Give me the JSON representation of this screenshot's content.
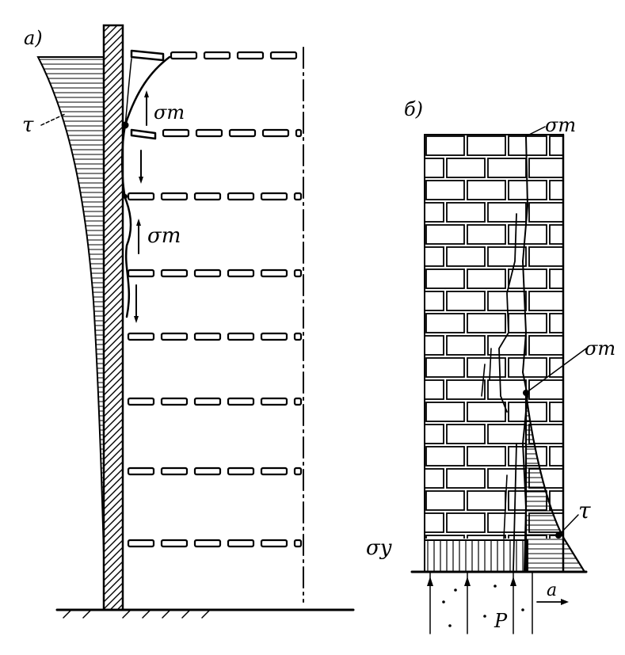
{
  "diagram": {
    "panel_a": {
      "label": "а)",
      "tau_label": "τ",
      "sigma_upper": "σт",
      "sigma_lower": "σт"
    },
    "panel_b": {
      "label": "б)",
      "sigma_top": "σт",
      "sigma_mid": "σт",
      "tau_label": "τ",
      "sigma_y_label": "σy",
      "a_label": "a",
      "p_label": "P"
    }
  }
}
